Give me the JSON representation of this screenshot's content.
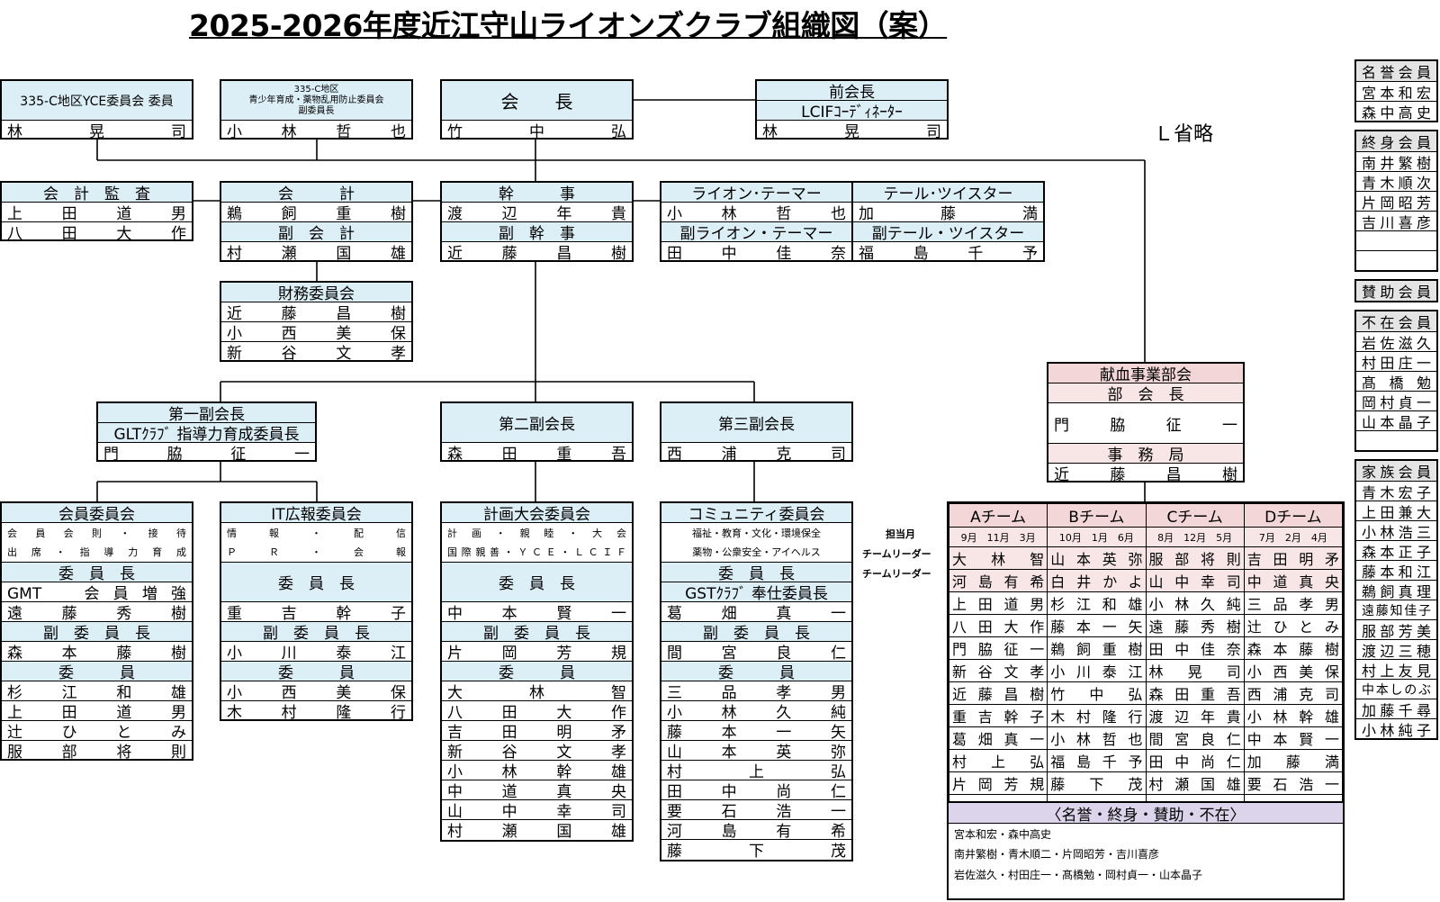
{
  "title": "2025-2026年度近江守山ライオンズクラブ組織図（案）",
  "note": "Ｌ省略",
  "yce": {
    "header": "335-C地区YCE委員会 委員",
    "name": "林　　晃　　司"
  },
  "youth": {
    "line1": "335-C地区",
    "line2": "青少年育成・薬物乱用防止委員会",
    "line3": "副委員長",
    "name": "小　林　哲　也"
  },
  "president": {
    "header": "会　　長",
    "name": "竹　　中　　弘"
  },
  "past_president": {
    "header": "前会長",
    "sub": "LCIFｺｰﾃﾞｨﾈｰﾀｰ",
    "name": "林　　晃　　司"
  },
  "audit": {
    "header": "会　計　監　査",
    "names": [
      "上　田　道　男",
      "八　田　大　作"
    ]
  },
  "treasurer": {
    "header": "会　　　計",
    "name": "鵜　飼　重　樹",
    "sub": "副　会　計",
    "sub_name": "村　瀬　国　雄"
  },
  "secretary": {
    "header": "幹　　　事",
    "name": "渡　辺　年　貴",
    "sub": "副　幹　事",
    "sub_name": "近　藤　昌　樹"
  },
  "tamer": {
    "header": "ライオン･テーマー",
    "name": "小　林　哲　也",
    "sub": "副ライオン・テーマー",
    "sub_name": "田　中　佳　奈"
  },
  "twister": {
    "header": "テール･ツイスター",
    "name": "加　藤　満",
    "sub": "副テール・ツイスター",
    "sub_name": "福　島　千　予"
  },
  "finance": {
    "header": "財務委員会",
    "names": [
      "近　藤　昌　樹",
      "小　西　美　保",
      "新　谷　文　孝"
    ]
  },
  "vp1": {
    "header": "第一副会長",
    "sub": "GLTｸﾗﾌﾞ 指導力育成委員長",
    "name": "門　　脇　　征　　一"
  },
  "vp2": {
    "header": "第二副会長",
    "name": "森　田　重　吾"
  },
  "vp3": {
    "header": "第三副会長",
    "name": "西　浦　克　司"
  },
  "blood": {
    "header": "献血事業部会",
    "role1": "部　会　長",
    "name1": "門　　脇　　征　　一",
    "role2": "事　務　局",
    "name2": "近　藤　昌　樹"
  },
  "membership": {
    "header": "会員委員会",
    "desc1": "会員会則・接待",
    "desc2": "出席・指導力育成",
    "chair_label": "委　員　長",
    "chair": "GMT　会員増強",
    "chair_name": "遠　藤　秀　樹",
    "vice_label": "副　委　員　長",
    "vice_name": "森　本　藤　樹",
    "member_label": "委　　　員",
    "members": [
      "杉　江　和　雄",
      "上　田　道　男",
      "辻　ひ　と　み",
      "服　部　将　則"
    ]
  },
  "it": {
    "header": "IT広報委員会",
    "desc1": "情報・配信",
    "desc2": "Ｐ　Ｒ　・　会　報",
    "chair_label": "委　員　長",
    "chair_name": "重　吉　幹　子",
    "vice_label": "副　委　員　長",
    "vice_name": "小　川　泰　江",
    "member_label": "委　　　員",
    "members": [
      "小　西　美　保",
      "木　村　隆　行"
    ]
  },
  "planning": {
    "header": "計画大会委員会",
    "desc1": "計画・親睦・大会",
    "desc2": "国際親善・ＹＣＥ・ＬＣＩＦ",
    "chair_label": "委　員　長",
    "chair_name": "中　本　賢　一",
    "vice_label": "副　委　員　長",
    "vice_name": "片　岡　芳　規",
    "member_label": "委　　　員",
    "members": [
      "大　　林　　智",
      "八　田　大　作",
      "吉　田　明　矛",
      "新　谷　文　孝",
      "小　林　幹　雄",
      "中　道　真　央",
      "山　中　幸　司",
      "村　瀬　国　雄"
    ]
  },
  "community": {
    "header": "コミュニティ委員会",
    "desc1": "福祉・教育・文化・環境保全",
    "desc2": "薬物・公衆安全・アイヘルス",
    "chair_label": "委　員　長",
    "chair": "GSTｸﾗﾌﾞ 奉仕委員長",
    "chair_name": "葛　畑　真　一",
    "vice_label": "副　委　員　長",
    "vice_name": "間　宮　良　仁",
    "member_label": "委　　　員",
    "members": [
      "三　品　孝　男",
      "小　林　久　純",
      "藤　本　一　矢",
      "山　本　英　弥",
      "村　　上　　弘",
      "田　中　尚　仁",
      "要　石　浩　一",
      "河　島　有　希",
      "藤　　下　　茂"
    ]
  },
  "teams": {
    "month_label": "担当月",
    "leader_label1": "チームリーダー",
    "leader_label2": "チームリーダー",
    "names": [
      "Aチーム",
      "Bチーム",
      "Cチーム",
      "Dチーム"
    ],
    "months": [
      "9月　11月　3月",
      "10月　1月　6月",
      "8月　12月　5月",
      "7月　2月　4月"
    ],
    "rows": [
      [
        "大　林　智",
        "山本英弥",
        "服部将則",
        "吉田明矛"
      ],
      [
        "河島有希",
        "白井かよ",
        "山中幸司",
        "中道真央"
      ],
      [
        "上田道男",
        "杉江和雄",
        "小林久純",
        "三品孝男"
      ],
      [
        "八田大作",
        "藤本一矢",
        "遠藤秀樹",
        "辻ひとみ"
      ],
      [
        "門脇征一",
        "鵜飼重樹",
        "田中佳奈",
        "森本藤樹"
      ],
      [
        "新谷文孝",
        "小川泰江",
        "林　晃　司",
        "小西美保"
      ],
      [
        "近藤昌樹",
        "竹　中　弘",
        "森田重吾",
        "西浦克司"
      ],
      [
        "重吉幹子",
        "木村隆行",
        "渡辺年貴",
        "小林幹雄"
      ],
      [
        "葛畑真一",
        "小林哲也",
        "間宮良仁",
        "中本賢一"
      ],
      [
        "村　上　弘",
        "福島千予",
        "田中尚仁",
        "加　藤　満"
      ],
      [
        "片岡芳規",
        "藤　下　茂",
        "村瀬国雄",
        "要石浩一"
      ]
    ]
  },
  "honorary_box": {
    "header": "〈名誉・終身・賛助・不在〉",
    "lines": [
      "宮本和宏・森中高史",
      "南井繁樹・青木順二・片岡昭芳・吉川喜彦",
      "岩佐滋久・村田庄一・髙橋勉・岡村貞一・山本晶子"
    ]
  },
  "right_list": {
    "honorary_header": "名誉会員",
    "honorary": [
      "宮本和宏",
      "森中高史"
    ],
    "life_header": "終身会員",
    "life": [
      "南井繁樹",
      "青木順次",
      "片岡昭芳",
      "吉川喜彦"
    ],
    "support_header": "賛助会員",
    "absent_header": "不在会員",
    "absent": [
      "岩佐滋久",
      "村田庄一",
      "髙橋勉",
      "岡村貞一",
      "山本晶子"
    ],
    "family_header": "家族会員",
    "family": [
      "青木宏子",
      "上田兼大",
      "小林浩三",
      "森本正子",
      "藤本和江",
      "鵜飼真理",
      "遠藤知佳子",
      "服部芳美",
      "渡辺三穂",
      "村上友見",
      "中本しのぶ",
      "加藤千尋",
      "小林純子"
    ]
  },
  "colors": {
    "header_blue": "#dceef6",
    "team_pink": "#f2d6d8",
    "light_pink": "#f8e6e7",
    "lavender": "#dcd4ea",
    "line": "#000000"
  }
}
